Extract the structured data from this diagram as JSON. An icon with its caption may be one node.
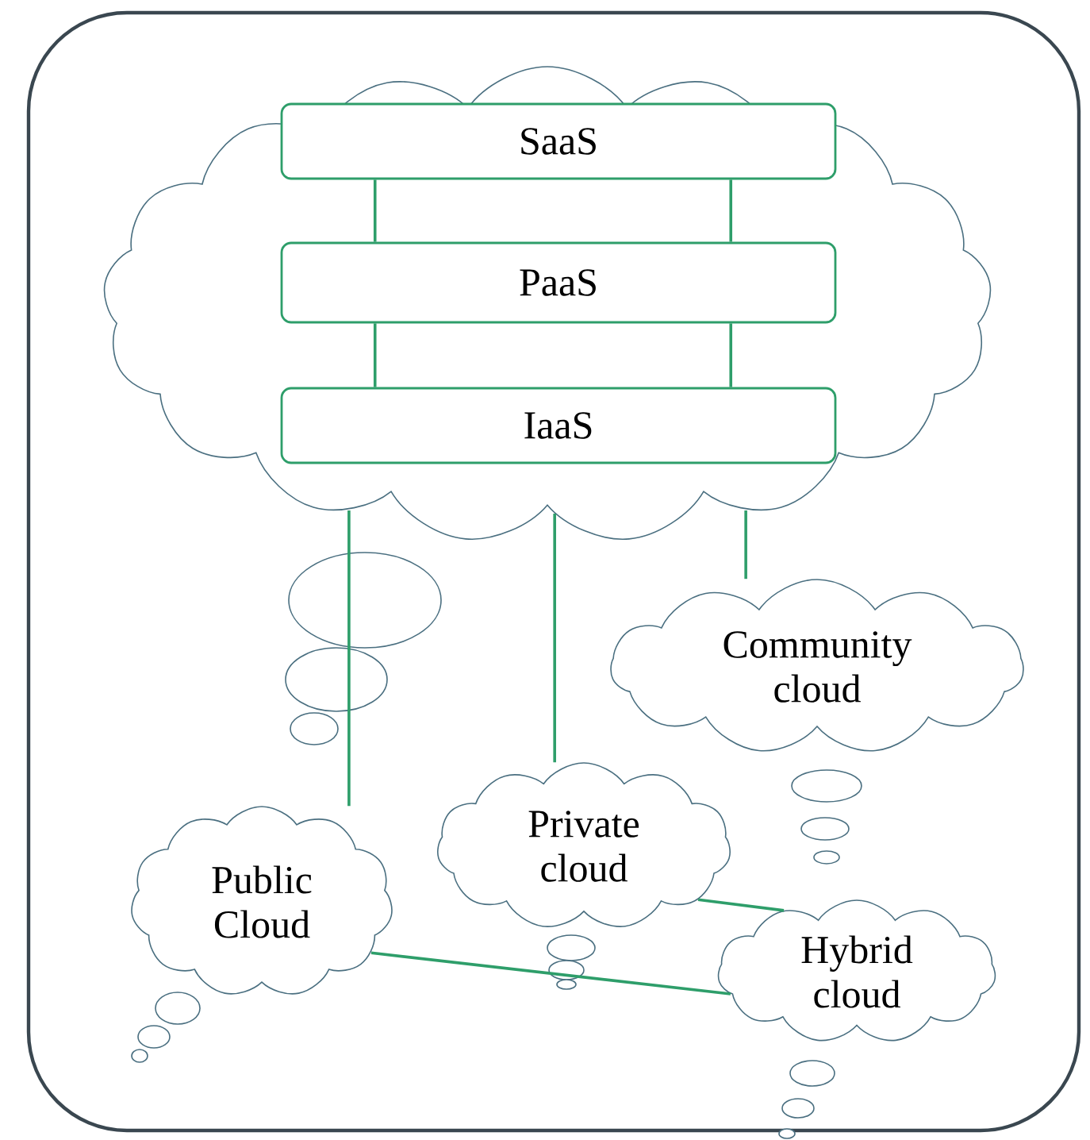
{
  "diagram": {
    "nodes": [
      {
        "text": [],
        "shape": "cloud"
      },
      {
        "text": [
          "SaaS"
        ],
        "in": 0
      },
      {
        "text": [
          "PaaS"
        ],
        "in": 0
      },
      {
        "text": [
          "IaaS"
        ],
        "in": 0
      },
      {
        "text": [
          "Community cloud"
        ]
      },
      {
        "text": [
          "Private cloud"
        ]
      },
      {
        "text": [
          "Public Cloud"
        ]
      },
      {
        "text": [
          "Hybrid cloud"
        ]
      }
    ],
    "edges": [
      {
        "from": 1,
        "to": 2,
        "arrow": "none"
      },
      {
        "from": 1,
        "to": 2,
        "arrow": "none"
      },
      {
        "from": 2,
        "to": 3,
        "arrow": "none"
      },
      {
        "from": 2,
        "to": 3,
        "arrow": "none"
      },
      {
        "from": 0,
        "to": 6,
        "arrow": "none"
      },
      {
        "from": 0,
        "to": 5,
        "arrow": "none"
      },
      {
        "from": 0,
        "to": 4,
        "arrow": "none"
      },
      {
        "from": 5,
        "to": 7,
        "arrow": "none"
      },
      {
        "from": 6,
        "to": 7,
        "arrow": "none"
      }
    ]
  }
}
